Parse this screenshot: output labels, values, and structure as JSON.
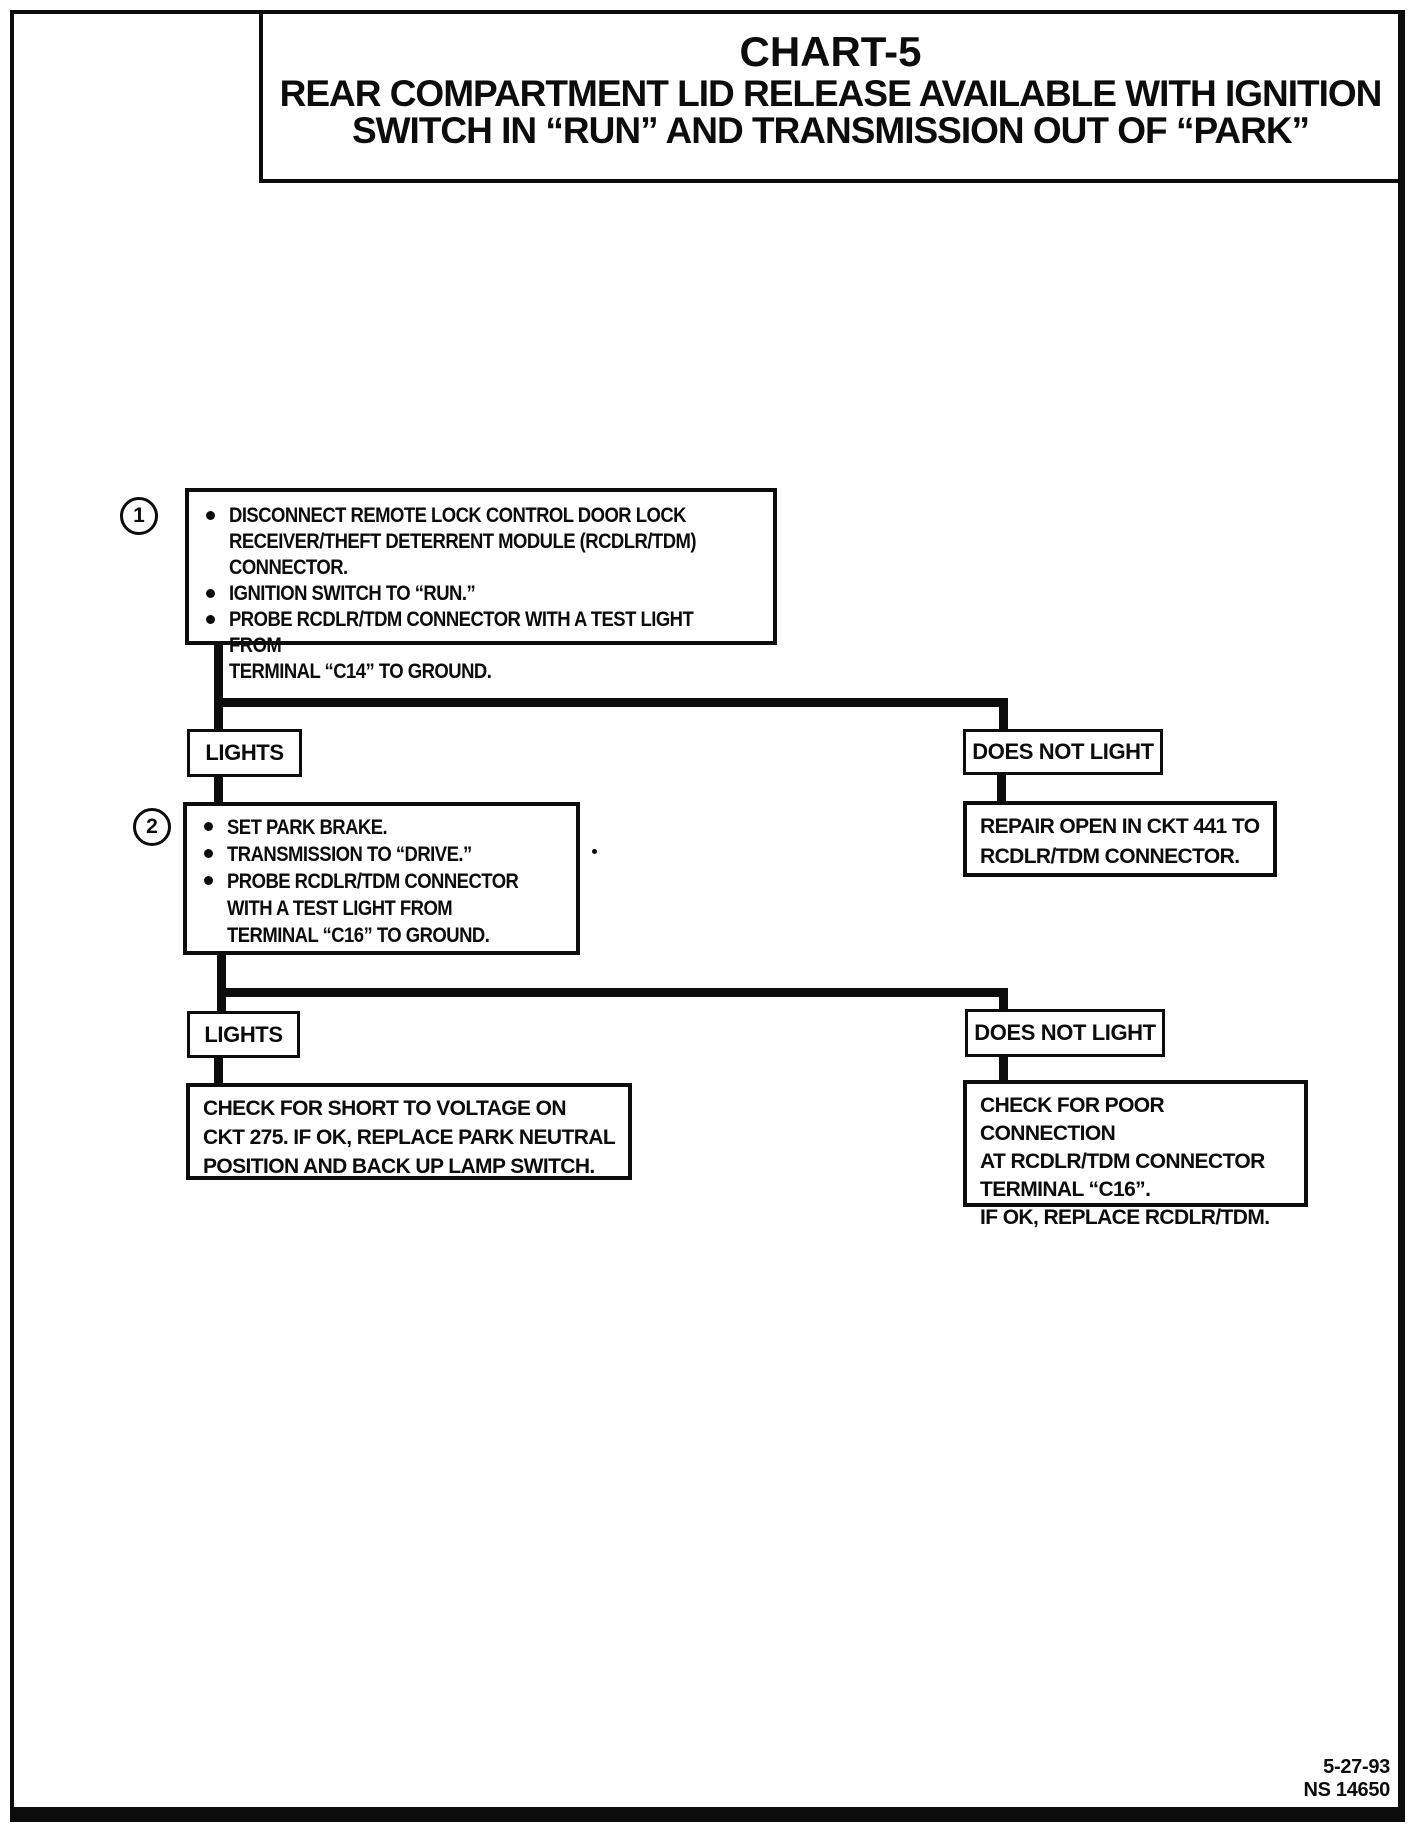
{
  "title": {
    "chart": "CHART-5",
    "subtitle_line1": "REAR COMPARTMENT LID RELEASE AVAILABLE WITH IGNITION",
    "subtitle_line2": "SWITCH IN “RUN” AND TRANSMISSION OUT OF “PARK”"
  },
  "step1": {
    "number": "1",
    "bullets": [
      "DISCONNECT REMOTE LOCK CONTROL DOOR LOCK\nRECEIVER/THEFT DETERRENT MODULE (RCDLR/TDM) CONNECTOR.",
      "IGNITION SWITCH TO “RUN.”",
      "PROBE RCDLR/TDM CONNECTOR WITH A TEST LIGHT FROM\nTERMINAL “C14” TO GROUND."
    ]
  },
  "branch1": {
    "left_label": "LIGHTS",
    "right_label": "DOES NOT LIGHT",
    "right_action": "REPAIR OPEN IN CKT 441 TO\nRCDLR/TDM CONNECTOR."
  },
  "step2": {
    "number": "2",
    "bullets": [
      "SET PARK BRAKE.",
      "TRANSMISSION TO “DRIVE.”",
      "PROBE RCDLR/TDM CONNECTOR\nWITH A TEST LIGHT FROM\nTERMINAL “C16” TO GROUND."
    ]
  },
  "branch2": {
    "left_label": "LIGHTS",
    "right_label": "DOES NOT LIGHT",
    "left_action": "CHECK FOR SHORT TO VOLTAGE ON\nCKT 275. IF OK, REPLACE PARK NEUTRAL\nPOSITION AND BACK UP LAMP SWITCH.",
    "right_action": "CHECK FOR POOR CONNECTION\nAT RCDLR/TDM CONNECTOR\nTERMINAL “C16”.\nIF OK, REPLACE RCDLR/TDM."
  },
  "footer": {
    "date": "5-27-93",
    "doc_number": "NS 14650"
  },
  "colors": {
    "ink": "#0c0c0c",
    "paper": "#ffffff"
  }
}
